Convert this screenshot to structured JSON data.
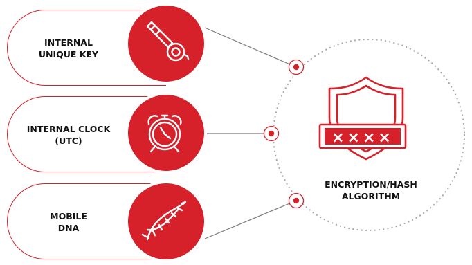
{
  "colors": {
    "accent": "#d6202a",
    "connector": "#7a7a7a",
    "dots": "#a9a9a9",
    "text": "#111111"
  },
  "inputs": [
    {
      "label": "INTERNAL\nUNIQUE KEY",
      "icon": "key-icon"
    },
    {
      "label": "INTERNAL CLOCK\n(UTC)",
      "icon": "alarm-clock-icon"
    },
    {
      "label": "MOBILE\nDNA",
      "icon": "dna-icon"
    }
  ],
  "algorithm": {
    "label": "ENCRYPTION/HASH\nALGORITHM",
    "icon": "shield-password-icon",
    "masked_password": "××××"
  }
}
